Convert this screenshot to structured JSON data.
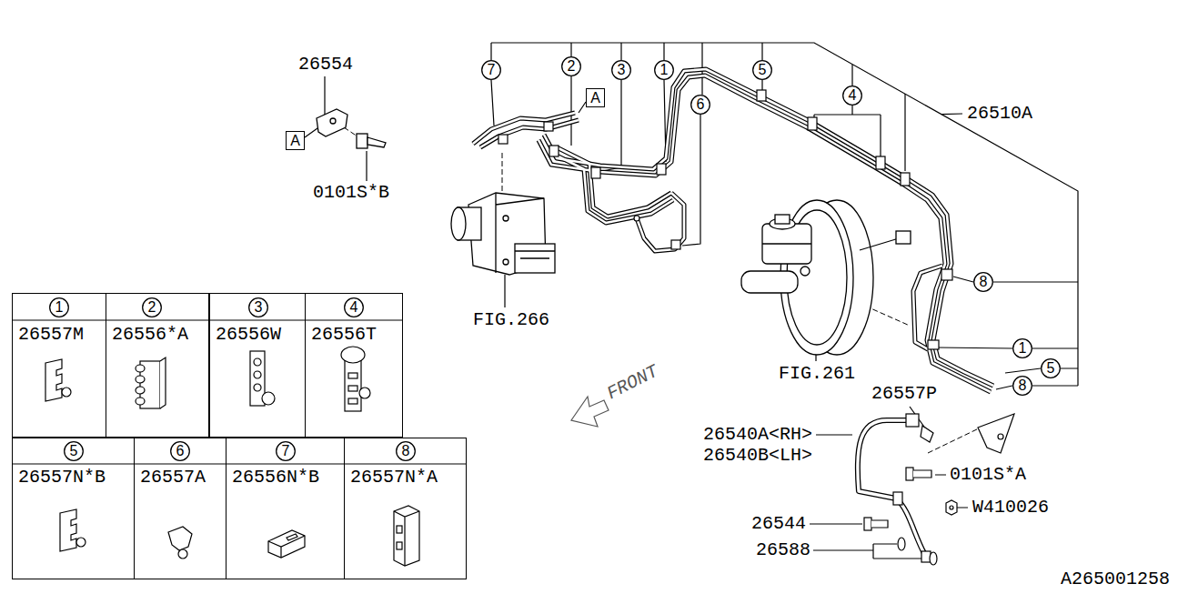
{
  "diagram": {
    "nodes": [
      {
        "text": [
          "A"
        ]
      },
      {
        "text": [
          "7"
        ]
      },
      {
        "text": [
          "2"
        ]
      },
      {
        "text": [
          "3"
        ]
      },
      {
        "text": [
          "1"
        ]
      },
      {
        "text": [
          "5"
        ]
      },
      {
        "text": [
          "A"
        ]
      },
      {
        "text": [
          "6"
        ]
      },
      {
        "text": [
          "4"
        ]
      },
      {
        "text": [
          "8"
        ]
      },
      {
        "text": [
          "1"
        ]
      },
      {
        "text": [
          "5"
        ]
      },
      {
        "text": [
          "8"
        ]
      },
      {
        "text": [
          "26557M"
        ]
      },
      {
        "text": [
          "1"
        ],
        "in": 13
      },
      {
        "text": [
          "26556*A"
        ]
      },
      {
        "text": [
          "2"
        ],
        "in": 15
      },
      {
        "text": [
          "26556W"
        ]
      },
      {
        "text": [
          "3"
        ],
        "in": 17
      },
      {
        "text": [
          "26556T"
        ]
      },
      {
        "text": [
          "4"
        ],
        "in": 19
      },
      {
        "text": [
          "26557N*B"
        ]
      },
      {
        "text": [
          "5"
        ],
        "in": 21
      },
      {
        "text": [
          "26557A"
        ]
      },
      {
        "text": [
          "6"
        ],
        "in": 23
      },
      {
        "text": [
          "26556N*B"
        ]
      },
      {
        "text": [
          "7"
        ],
        "in": 25
      },
      {
        "text": [
          "26557N*A"
        ]
      },
      {
        "text": [
          "8"
        ],
        "in": 27
      }
    ],
    "labels": [
      "26554",
      "0101S*B",
      "26510A",
      "FIG.266",
      "FIG.261",
      "FRONT",
      "26557P",
      "26540A<RH>",
      "26540B<LH>",
      "0101S*A",
      "W410026",
      "26544",
      "26588",
      "A265001258"
    ]
  }
}
